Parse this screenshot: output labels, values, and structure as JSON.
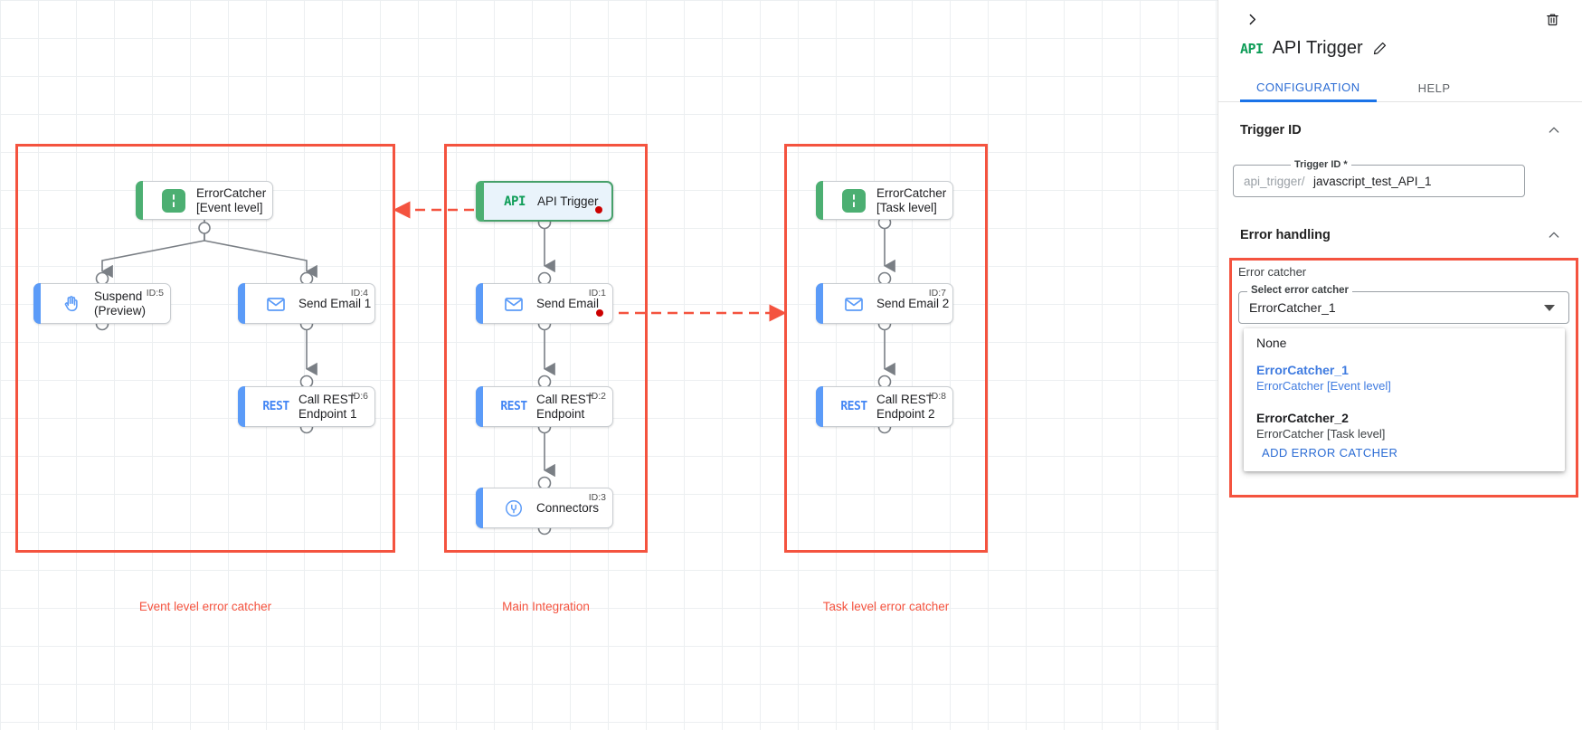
{
  "canvas": {
    "groups": [
      {
        "label": "Event level error catcher"
      },
      {
        "label": "Main Integration"
      },
      {
        "label": "Task level error catcher"
      }
    ],
    "nodes": [
      {
        "label": "ErrorCatcher\n[Event level]",
        "id": "",
        "icon": "error-catcher-icon"
      },
      {
        "label": "Suspend\n(Preview)",
        "id": "ID:5",
        "icon": "hand-icon"
      },
      {
        "label": "Send Email 1",
        "id": "ID:4",
        "icon": "envelope-icon"
      },
      {
        "label": "Call REST\nEndpoint 1",
        "id": "ID:6",
        "icon": "rest-icon"
      },
      {
        "label": "API Trigger",
        "id": "",
        "icon": "api-icon"
      },
      {
        "label": "Send Email",
        "id": "ID:1",
        "icon": "envelope-icon"
      },
      {
        "label": "Call REST\nEndpoint",
        "id": "ID:2",
        "icon": "rest-icon"
      },
      {
        "label": "Connectors",
        "id": "ID:3",
        "icon": "connectors-icon"
      },
      {
        "label": "ErrorCatcher\n[Task level]",
        "id": "",
        "icon": "error-catcher-icon"
      },
      {
        "label": "Send Email 2",
        "id": "ID:7",
        "icon": "envelope-icon"
      },
      {
        "label": "Call REST\nEndpoint 2",
        "id": "ID:8",
        "icon": "rest-icon"
      }
    ],
    "glyphs": {
      "rest": "REST",
      "api": "API",
      "error_catcher": "¦"
    }
  },
  "panel": {
    "title": "API Trigger",
    "tabs": [
      {
        "label": "CONFIGURATION",
        "active": true
      },
      {
        "label": "HELP",
        "active": false
      }
    ],
    "trigger_id_section": {
      "heading": "Trigger ID",
      "field_legend": "Trigger ID *",
      "prefix": "api_trigger/",
      "value": "javascript_test_API_1"
    },
    "error_handling_section": {
      "heading": "Error handling",
      "box_title": "Error catcher",
      "select_legend": "Select error catcher",
      "select_value": "ErrorCatcher_1",
      "options": [
        {
          "main": "None",
          "sub": "",
          "selected": false
        },
        {
          "main": "ErrorCatcher_1",
          "sub": "ErrorCatcher [Event level]",
          "selected": true
        },
        {
          "main": "ErrorCatcher_2",
          "sub": "ErrorCatcher [Task level]",
          "selected": false
        }
      ],
      "add_action": "ADD ERROR CATCHER"
    }
  },
  "colors": {
    "group_red": "#f4533f",
    "accent_blue": "#5b9bf8",
    "accent_green": "#4caf72",
    "link_blue": "#2b6cd4",
    "error_dot": "#cc0000"
  }
}
